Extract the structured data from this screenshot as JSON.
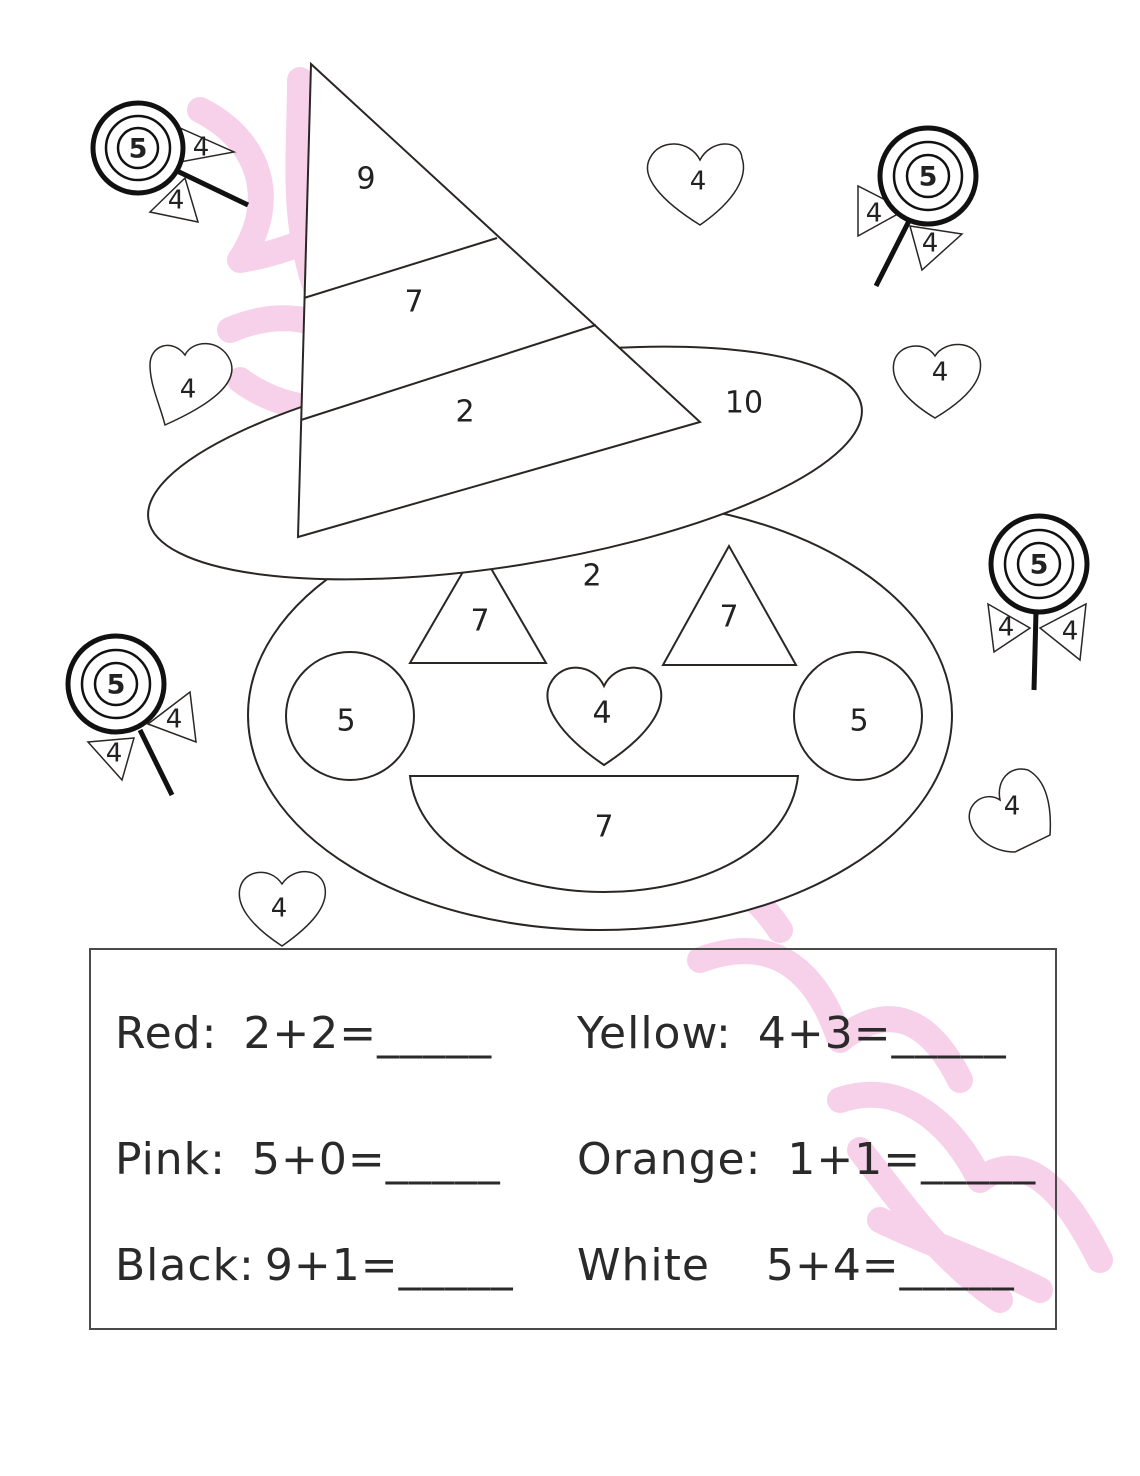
{
  "regions": {
    "hat_tip": "9",
    "hat_middle": "7",
    "hat_bottom": "2",
    "hat_brim": "10",
    "pumpkin": "2",
    "eye_left": "7",
    "eye_right": "7",
    "nose": "4",
    "cheek_left": "5",
    "cheek_right": "5",
    "mouth": "7"
  },
  "hearts": [
    "4",
    "4",
    "4",
    "4",
    "4"
  ],
  "lollipops": [
    {
      "candy": "5",
      "bow_left": "4",
      "bow_right": "4"
    },
    {
      "candy": "5",
      "bow_left": "4",
      "bow_right": "4"
    },
    {
      "candy": "5",
      "bow_left": "4",
      "bow_right": "4"
    },
    {
      "candy": "5",
      "bow_left": "4",
      "bow_right": "4"
    }
  ],
  "color_key": [
    {
      "color": "Red:",
      "problem": "2+2=_____"
    },
    {
      "color": "Yellow:",
      "problem": "4+3=_____"
    },
    {
      "color": "Pink:",
      "problem": "5+0=_____"
    },
    {
      "color": "Orange:",
      "problem": "1+1=_____"
    },
    {
      "color": "Black:",
      "problem": "9+1=_____"
    },
    {
      "color": "White",
      "problem": "5+4=_____"
    }
  ],
  "colors": {
    "line": "#2a2624",
    "watermark": "#f6c9e6",
    "box_border": "#4a4a4a"
  }
}
